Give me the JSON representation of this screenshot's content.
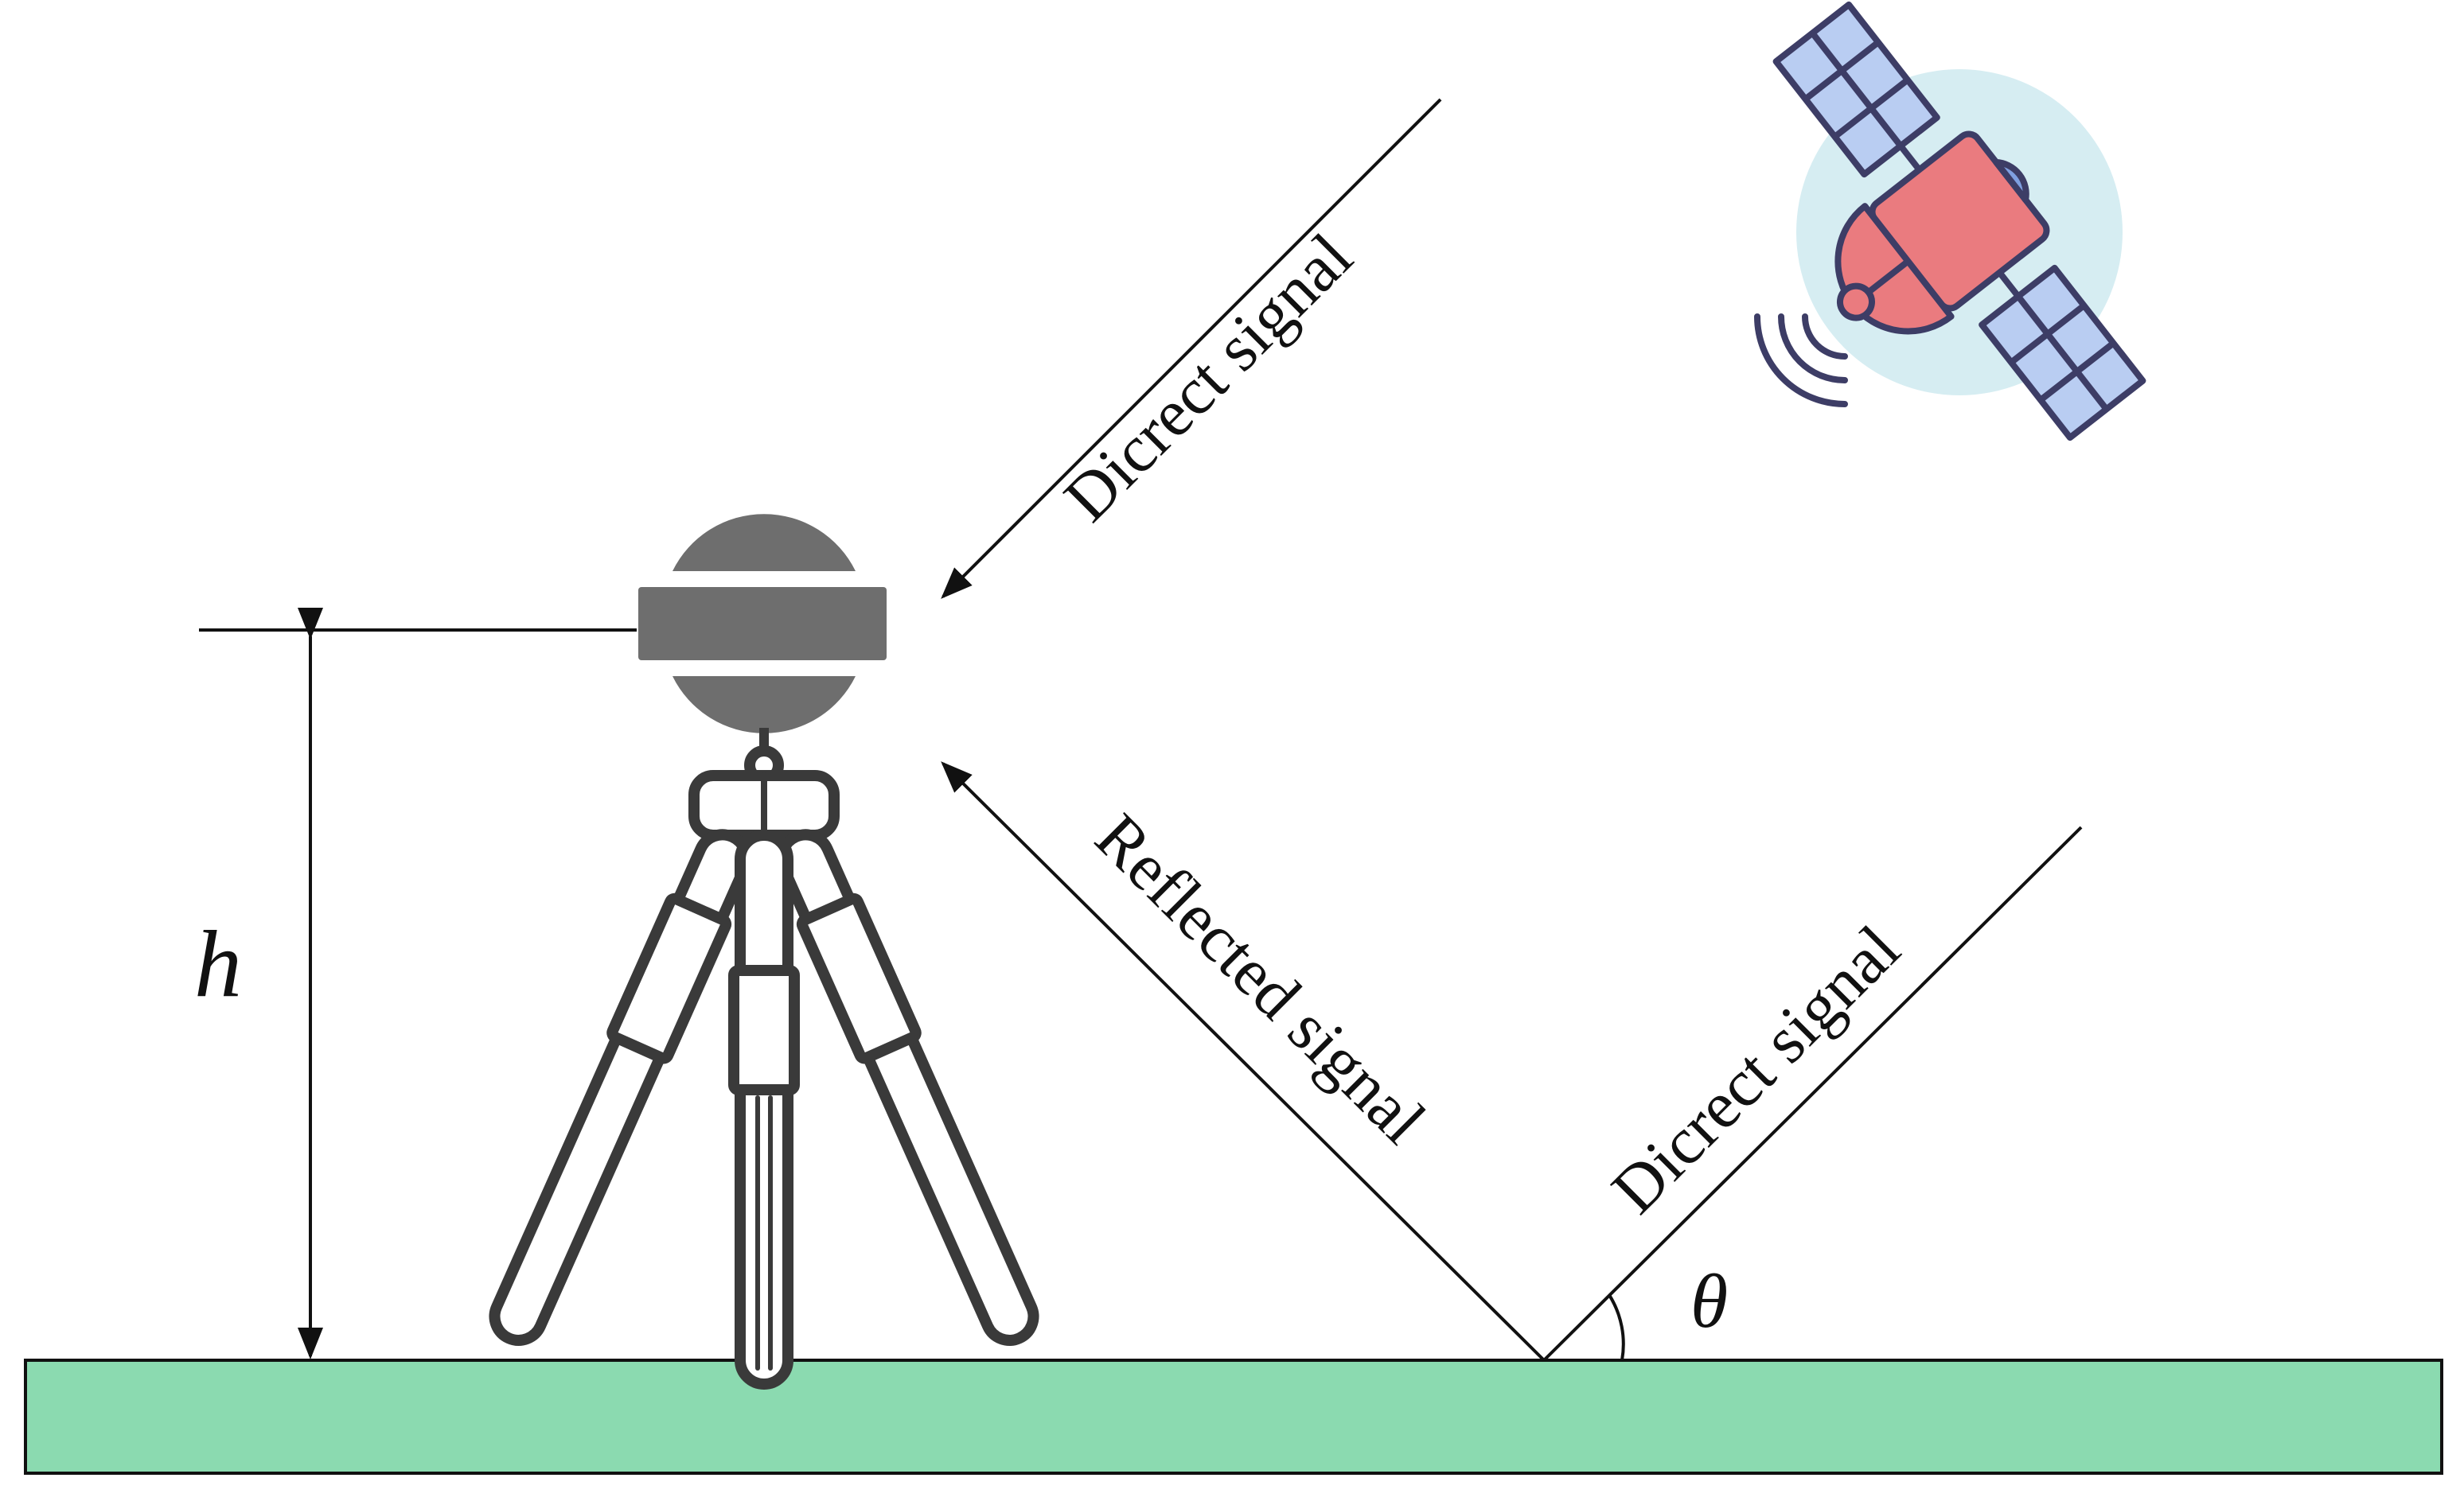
{
  "labels": {
    "direct_signal_upper": "Dicrect signal",
    "reflected_signal": "Reflected signal",
    "direct_signal_lower": "Dicrect signal",
    "height_symbol": "h",
    "angle_symbol": "θ"
  },
  "colors": {
    "ground_fill": "#8BDAB0",
    "line": "#111111",
    "antenna": "#6e6e6e",
    "tripod_stroke": "#3a3a3a",
    "satellite_halo": "#d6edf2",
    "satellite_body": "#ea7b7f",
    "solar_panel": "#b9cdf2",
    "satellite_outline": "#3d3d66",
    "satellite_accent": "#7f9fe0"
  },
  "icons": {
    "satellite": "satellite-icon",
    "antenna": "gnss-antenna-icon",
    "tripod": "tripod-icon"
  }
}
